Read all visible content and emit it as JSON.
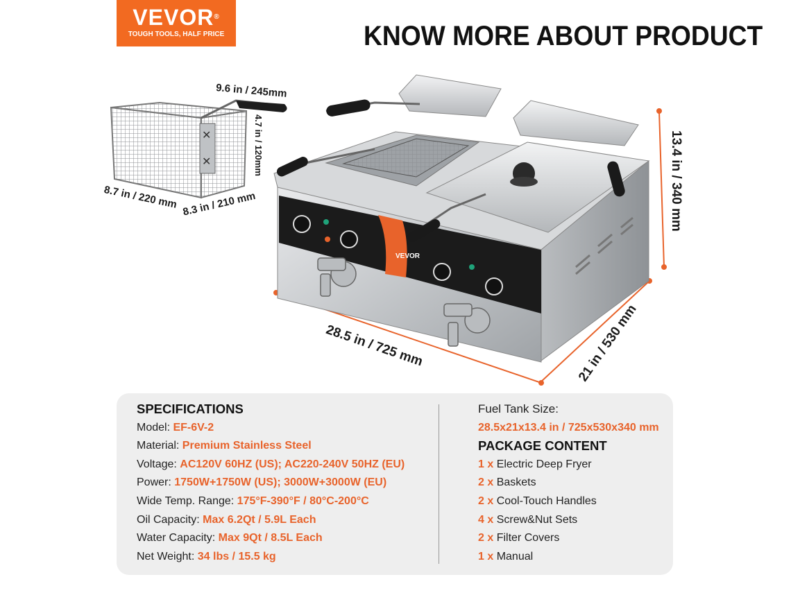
{
  "brand": {
    "name": "VEVOR",
    "registered": "®",
    "tagline": "TOUGH TOOLS, HALF PRICE",
    "color": "#f26a21"
  },
  "headline": "KNOW MORE ABOUT PRODUCT",
  "dimensions": {
    "basket_length": "9.6 in / 245mm",
    "basket_height": "4.7 in / 120mm",
    "basket_width": "8.7 in / 220 mm",
    "basket_depth": "8.3 in / 210 mm",
    "fryer_height": "13.4 in / 340 mm",
    "fryer_width": "28.5 in / 725 mm",
    "fryer_depth": "21 in / 530 mm"
  },
  "fryer_brand_label": "VEVOR",
  "specifications": {
    "title": "SPECIFICATIONS",
    "rows": [
      {
        "label": "Model: ",
        "value": "EF-6V-2"
      },
      {
        "label": "Material: ",
        "value": "Premium Stainless Steel"
      },
      {
        "label": "Voltage: ",
        "value": "AC120V 60HZ (US); AC220-240V 50HZ (EU)"
      },
      {
        "label": "Power: ",
        "value": "1750W+1750W (US); 3000W+3000W (EU)"
      },
      {
        "label": "Wide Temp. Range: ",
        "value": "175°F-390°F / 80°C-200°C"
      },
      {
        "label": "Oil Capacity: ",
        "value": "Max 6.2Qt / 5.9L Each"
      },
      {
        "label": "Water Capacity: ",
        "value": "Max 9Qt / 8.5L Each"
      },
      {
        "label": "Net Weight: ",
        "value": "34 lbs / 15.5 kg"
      }
    ]
  },
  "fuel_tank": {
    "label": "Fuel Tank Size:",
    "value": "28.5x21x13.4 in / 725x530x340 mm"
  },
  "package": {
    "title": "PACKAGE CONTENT",
    "items": [
      {
        "qty": "1 x",
        "name": " Electric Deep Fryer"
      },
      {
        "qty": "2 x",
        "name": " Baskets"
      },
      {
        "qty": "2 x",
        "name": " Cool-Touch Handles"
      },
      {
        "qty": "4 x",
        "name": " Screw&Nut Sets"
      },
      {
        "qty": "2 x",
        "name": " Filter Covers"
      },
      {
        "qty": "1 x",
        "name": " Manual"
      }
    ]
  },
  "colors": {
    "accent": "#e8632b",
    "panel": "#eeeeee",
    "steel": "#c9ccce"
  }
}
